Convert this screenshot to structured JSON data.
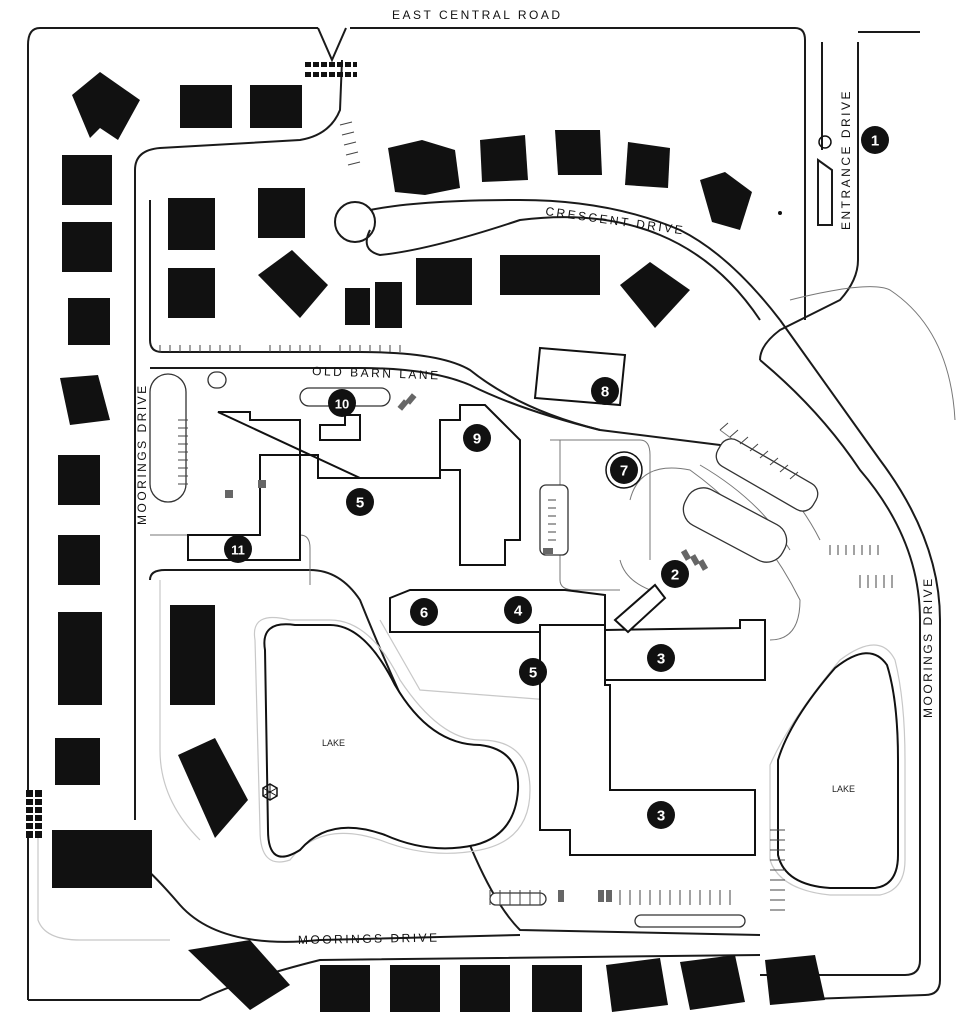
{
  "roads": {
    "east_central_road": "EAST CENTRAL ROAD",
    "entrance_drive": "ENTRANCE DRIVE",
    "crescent_drive": "CRESCENT DRIVE",
    "old_barn_lane": "OLD BARN LANE",
    "moorings_drive_west": "MOORINGS DRIVE",
    "moorings_drive_east": "MOORINGS DRIVE",
    "moorings_drive_south": "MOORINGS DRIVE"
  },
  "lakes": {
    "west": "LAKE",
    "east": "LAKE"
  },
  "markers": {
    "m1": "1",
    "m2": "2",
    "m3a": "3",
    "m3b": "3",
    "m4": "4",
    "m5a": "5",
    "m5b": "5",
    "m6": "6",
    "m7": "7",
    "m8": "8",
    "m9": "9",
    "m10": "10",
    "m11": "11"
  },
  "icons": {
    "gazebo": "gazebo-icon",
    "crosswalk": "crosswalk-icon"
  }
}
